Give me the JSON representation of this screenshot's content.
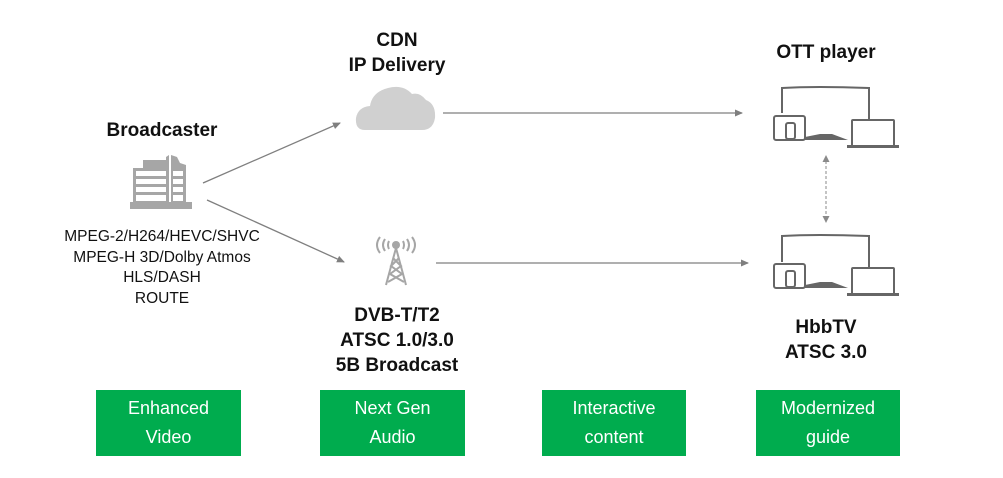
{
  "nodes": {
    "broadcaster": {
      "title": "Broadcaster",
      "icon": "building-icon",
      "details": [
        "MPEG-2/H264/HEVC/SHVC",
        "MPEG-H 3D/Dolby Atmos",
        "HLS/DASH",
        "ROUTE"
      ]
    },
    "cdn": {
      "title_lines": [
        "CDN",
        "IP Delivery"
      ],
      "icon": "cloud-icon"
    },
    "broadcast": {
      "title_lines": [
        "DVB-T/T2",
        "ATSC 1.0/3.0",
        "5B Broadcast"
      ],
      "icon": "broadcast-tower-icon"
    },
    "ott": {
      "title": "OTT player",
      "icon": "multi-device-icon"
    },
    "hbbtv": {
      "title_lines": [
        "HbbTV",
        "ATSC 3.0"
      ],
      "icon": "multi-device-icon"
    }
  },
  "edges": [
    {
      "from": "broadcaster",
      "to": "cdn",
      "style": "solid-arrow"
    },
    {
      "from": "broadcaster",
      "to": "broadcast",
      "style": "solid-arrow"
    },
    {
      "from": "cdn",
      "to": "ott",
      "style": "solid-arrow"
    },
    {
      "from": "broadcast",
      "to": "hbbtv",
      "style": "solid-arrow"
    },
    {
      "from": "ott",
      "to": "hbbtv",
      "style": "dashed-bidirectional"
    }
  ],
  "features": [
    {
      "lines": [
        "Enhanced",
        "Video"
      ]
    },
    {
      "lines": [
        "Next Gen",
        "Audio"
      ]
    },
    {
      "lines": [
        "Interactive",
        "content"
      ]
    },
    {
      "lines": [
        "Modernized",
        "guide"
      ]
    }
  ],
  "colors": {
    "feature_box": "#00AC4E",
    "icon_gray": "#A6A6A6",
    "cloud_gray": "#D0D0D0",
    "device_gray": "#666666",
    "arrow_gray": "#7F7F7F"
  }
}
